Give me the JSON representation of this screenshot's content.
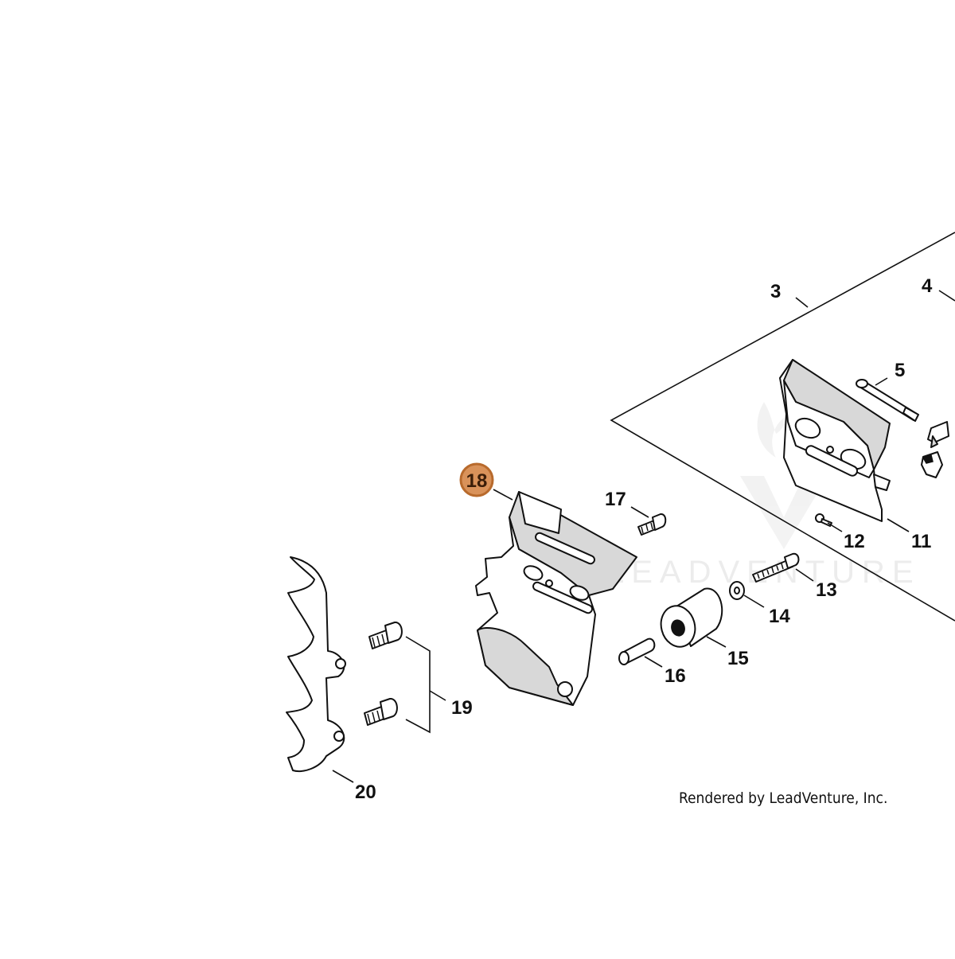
{
  "diagram": {
    "callouts": [
      {
        "id": "3",
        "label": "3"
      },
      {
        "id": "4",
        "label": "4"
      },
      {
        "id": "5",
        "label": "5"
      },
      {
        "id": "11",
        "label": "11"
      },
      {
        "id": "12",
        "label": "12"
      },
      {
        "id": "13",
        "label": "13"
      },
      {
        "id": "14",
        "label": "14"
      },
      {
        "id": "15",
        "label": "15"
      },
      {
        "id": "16",
        "label": "16"
      },
      {
        "id": "17",
        "label": "17"
      },
      {
        "id": "18",
        "label": "18"
      },
      {
        "id": "19",
        "label": "19"
      },
      {
        "id": "20",
        "label": "20"
      }
    ],
    "highlighted_part": "18",
    "highlight_color": "#d9925a",
    "highlight_border": "#b86a2c",
    "watermark_text": "LEADVENTURE",
    "credit": "Rendered by LeadVenture, Inc."
  }
}
